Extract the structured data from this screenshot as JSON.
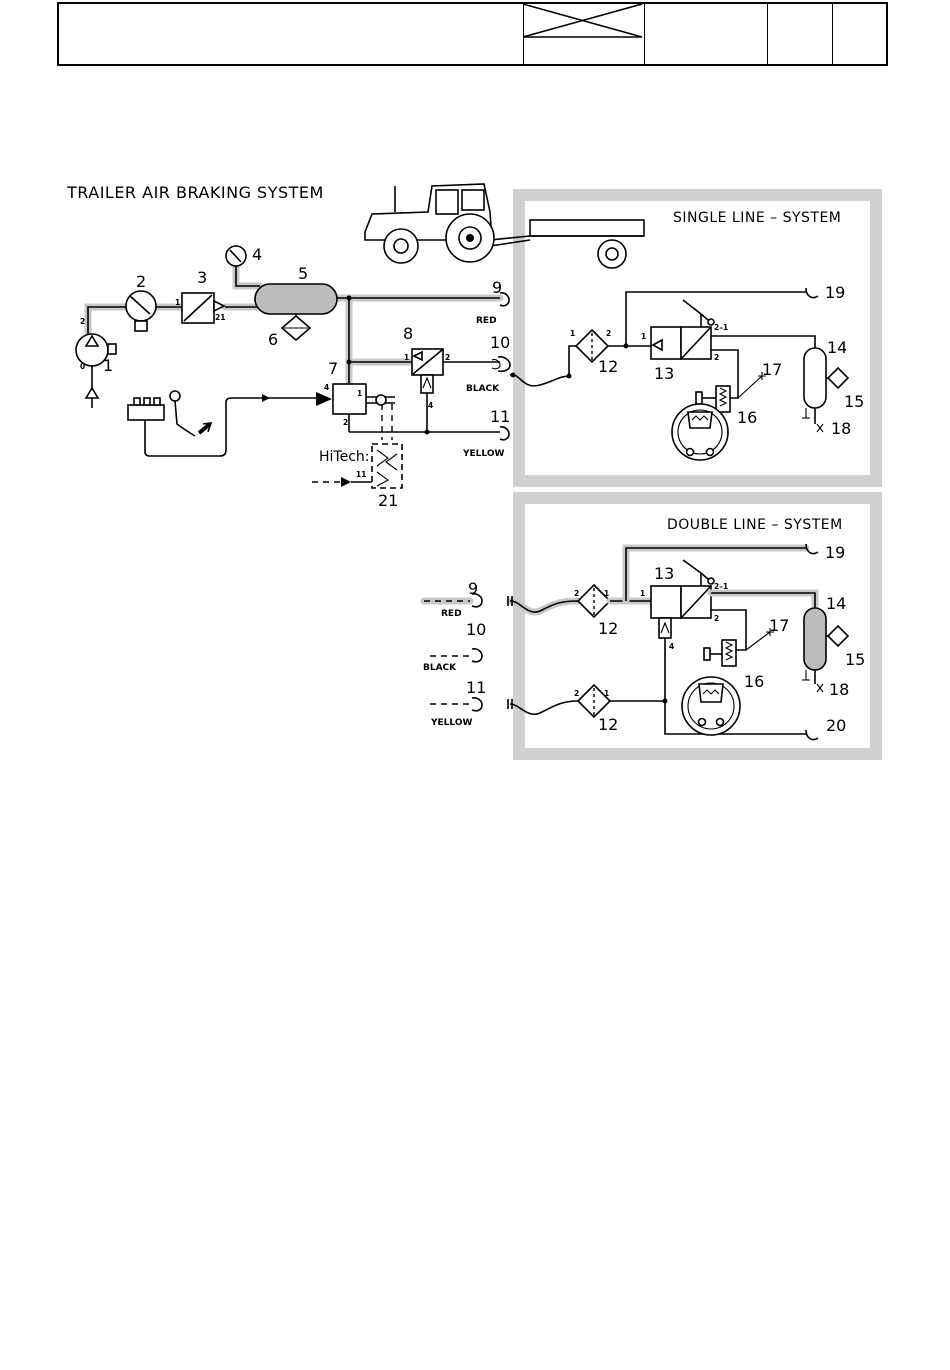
{
  "header": {
    "cells": [
      "",
      "",
      "",
      "",
      ""
    ]
  },
  "diagram": {
    "title": "TRAILER AIR BRAKING SYSTEM",
    "hitech_label": "HiTech:",
    "tractor": {
      "num": {
        "n1": "1",
        "n2": "2",
        "n3": "3",
        "n4": "4",
        "n5": "5",
        "n6": "6",
        "n7": "7",
        "n8": "8",
        "n9": "9",
        "n10": "10",
        "n11": "11",
        "n21": "21"
      },
      "ports": {
        "p1_2": "2",
        "p1_0": "0",
        "p3_1": "1",
        "p3_21": "21",
        "p7_4": "4",
        "p7_1": "1",
        "p7_2": "2",
        "p8_1": "1",
        "p8_2": "2",
        "p8_4": "4",
        "p21_11": "11"
      },
      "lines": {
        "red": "RED",
        "black": "BLACK",
        "yellow": "YELLOW"
      }
    },
    "single_line": {
      "title": "SINGLE LINE – SYSTEM",
      "num": {
        "n12": "12",
        "n13": "13",
        "n14": "14",
        "n15": "15",
        "n16": "16",
        "n17": "17",
        "n18": "18",
        "n19": "19"
      },
      "ports": {
        "p12_1": "1",
        "p12_2": "2",
        "p13_1": "1",
        "p13_21": "2–1",
        "p13_2": "2"
      }
    },
    "double_line": {
      "title": "DOUBLE LINE – SYSTEM",
      "num": {
        "n9": "9",
        "n10": "10",
        "n11": "11",
        "n12a": "12",
        "n12b": "12",
        "n13": "13",
        "n14": "14",
        "n15": "15",
        "n16": "16",
        "n17": "17",
        "n18": "18",
        "n19": "19",
        "n20": "20"
      },
      "lines": {
        "red": "RED",
        "black": "BLACK",
        "yellow": "YELLOW"
      },
      "ports": {
        "pa_2": "2",
        "pa_1": "1",
        "pb_2": "2",
        "pb_1": "1",
        "p13_1": "1",
        "p13_21": "2–1",
        "p13_2": "2",
        "p13_4": "4"
      }
    }
  }
}
